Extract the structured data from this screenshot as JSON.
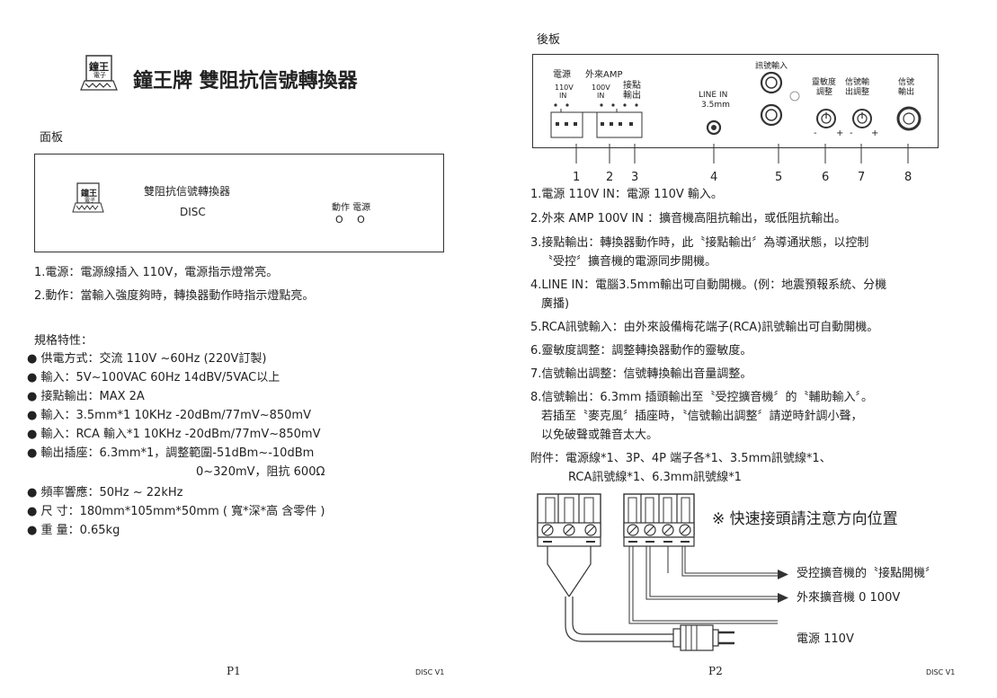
{
  "left": {
    "brand_logo_text": {
      "top": "鐘王",
      "bottom": "電子"
    },
    "title": "鐘王牌 雙阻抗信號轉換器",
    "panel_label": "面板",
    "panel_box": {
      "name": "雙阻抗信號轉換器",
      "model": "DISC",
      "indicators": "動作 電源",
      "leds": "O O"
    },
    "notes": [
      "1.電源：電源線插入 110V，電源指示燈常亮。",
      "2.動作：當輸入強度夠時，轉換器動作時指示燈點亮。"
    ],
    "spec_heading": "規格特性：",
    "specs": [
      "● 供電方式：交流 110V ~60Hz (220V訂製)",
      "● 輸入：5V~100VAC   60Hz 14dBV/5VAC以上",
      "● 接點輸出：MAX 2A",
      "● 輸入：3.5mm*1      10KHz -20dBm/77mV~850mV",
      "● 輸入：RCA 輸入*1   10KHz -20dBm/77mV~850mV",
      "● 輸出插座：6.3mm*1，調整範圍-51dBm~-10dBm",
      "0~320mV，阻抗 600Ω",
      "● 頻率響應：50Hz ~ 22kHz",
      "● 尺   寸：180mm*105mm*50mm ( 寬*深*高 含零件 )",
      "● 重   量：0.65kg"
    ],
    "page_no": "P1",
    "doc_code": "DISC V1"
  },
  "right": {
    "rear_label": "後板",
    "rear_panel": {
      "power_label": "電源",
      "power_sub": "110V",
      "power_in": "IN",
      "amp_label": "外來AMP",
      "amp_sub": "100V",
      "amp_in": "IN",
      "contact_label_1": "接點",
      "contact_label_2": "輸出",
      "linein_label": "LINE IN",
      "linein_sub": "3.5mm",
      "rca_label": "訊號輸入",
      "sens_label_1": "靈敏度",
      "sens_label_2": "調整",
      "out_adj_label_1": "信號輸",
      "out_adj_label_2": "出調整",
      "out_label_1": "信號",
      "out_label_2": "輸出",
      "knob_minus": "-",
      "knob_plus": "+"
    },
    "numbers": [
      "1",
      "2",
      "3",
      "4",
      "5",
      "6",
      "7",
      "8"
    ],
    "items": [
      "1.電源 110V IN：電源 110V 輸入。",
      "2.外來 AMP 100V IN ：擴音機高阻抗輸出，或低阻抗輸出。",
      "3.接點輸出：轉換器動作時，此〝接點輸出〞為導通狀態，以控制",
      "〝受控〞擴音機的電源同步開機。",
      "4.LINE IN：電腦3.5mm輸出可自動開機。(例：地震預報系統、分機",
      "廣播)",
      "5.RCA訊號輸入：由外來設備梅花端子(RCA)訊號輸出可自動開機。",
      "6.靈敏度調整：調整轉換器動作的靈敏度。",
      "7.信號輸出調整：信號轉換輸出音量調整。",
      "8.信號輸出：6.3mm 插頭輸出至〝受控擴音機〞的〝輔助輸入〞。",
      "若插至〝麥克風〞插座時，〝信號輸出調整〞請逆時針調小聲，",
      "以免破聲或雜音太大。"
    ],
    "accessories": [
      "附件：電源線*1、3P、4P 端子各*1、3.5mm訊號線*1、",
      "RCA訊號線*1、6.3mm訊號線*1"
    ],
    "connector_note": "※ 快速接頭請注意方向位置",
    "wire_labels": [
      "受控擴音機的〝接點開機〞",
      "外來擴音機 0  100V",
      "電源 110V"
    ],
    "page_no": "P2",
    "doc_code": "DISC V1"
  }
}
